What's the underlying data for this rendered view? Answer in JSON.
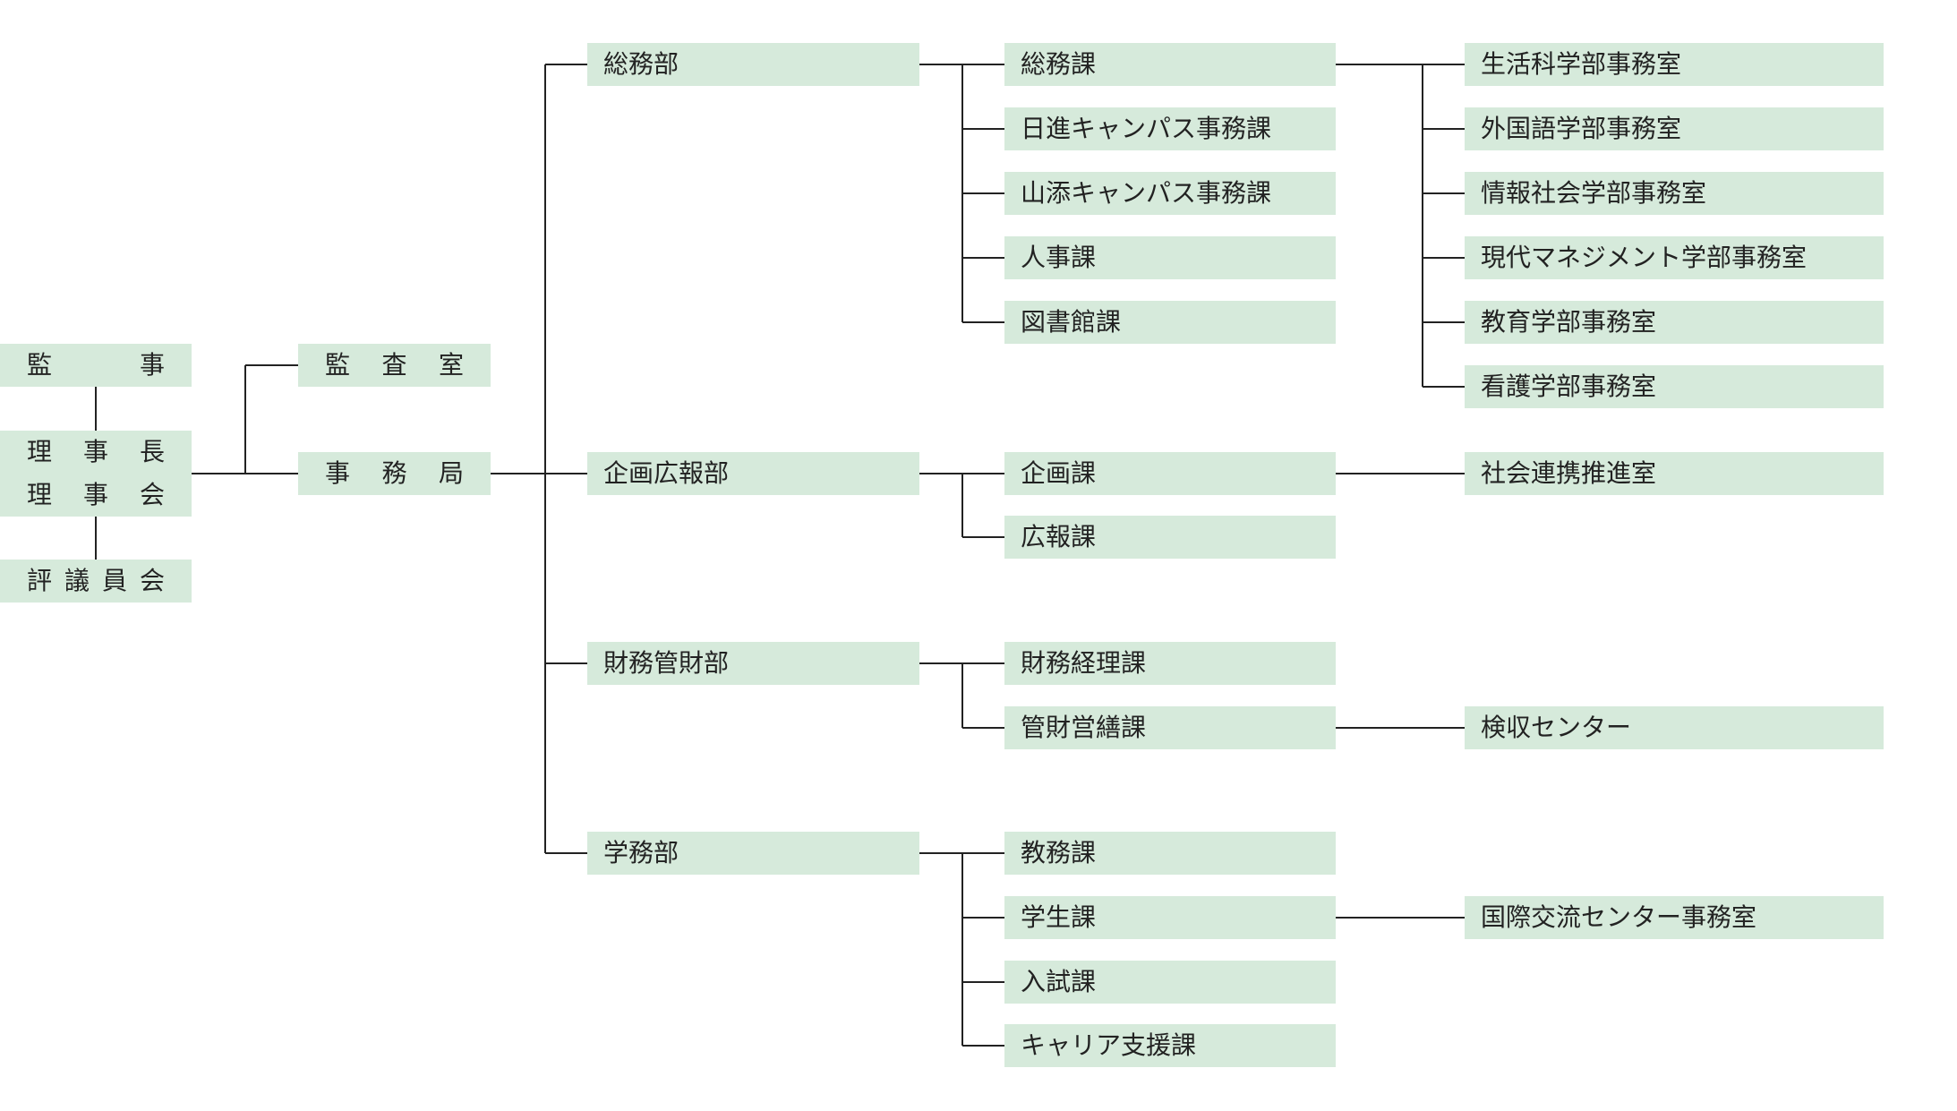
{
  "colors": {
    "box_fill": "#d6eadb",
    "line": "#222222",
    "text": "#222222"
  },
  "left": {
    "auditor": [
      "監",
      "事"
    ],
    "chairman": [
      "理",
      "事",
      "長"
    ],
    "board": [
      "理",
      "事",
      "会"
    ],
    "council": [
      "評",
      "議",
      "員",
      "会"
    ]
  },
  "middle": {
    "audit_office": [
      "監",
      "査",
      "室"
    ],
    "secretariat": [
      "事",
      "務",
      "局"
    ]
  },
  "departments": [
    {
      "name": "総務部",
      "sections": [
        {
          "name": "総務課",
          "offices": [
            "生活科学部事務室",
            "外国語学部事務室",
            "情報社会学部事務室",
            "現代マネジメント学部事務室",
            "教育学部事務室",
            "看護学部事務室"
          ]
        },
        {
          "name": "日進キャンパス事務課",
          "offices": []
        },
        {
          "name": "山添キャンパス事務課",
          "offices": []
        },
        {
          "name": "人事課",
          "offices": []
        },
        {
          "name": "図書館課",
          "offices": []
        }
      ]
    },
    {
      "name": "企画広報部",
      "sections": [
        {
          "name": "企画課",
          "offices": [
            "社会連携推進室"
          ]
        },
        {
          "name": "広報課",
          "offices": []
        }
      ]
    },
    {
      "name": "財務管財部",
      "sections": [
        {
          "name": "財務経理課",
          "offices": []
        },
        {
          "name": "管財営繕課",
          "offices": [
            "検収センター"
          ]
        }
      ]
    },
    {
      "name": "学務部",
      "sections": [
        {
          "name": "教務課",
          "offices": []
        },
        {
          "name": "学生課",
          "offices": [
            "国際交流センター事務室"
          ]
        },
        {
          "name": "入試課",
          "offices": []
        },
        {
          "name": "キャリア支援課",
          "offices": []
        }
      ]
    }
  ]
}
